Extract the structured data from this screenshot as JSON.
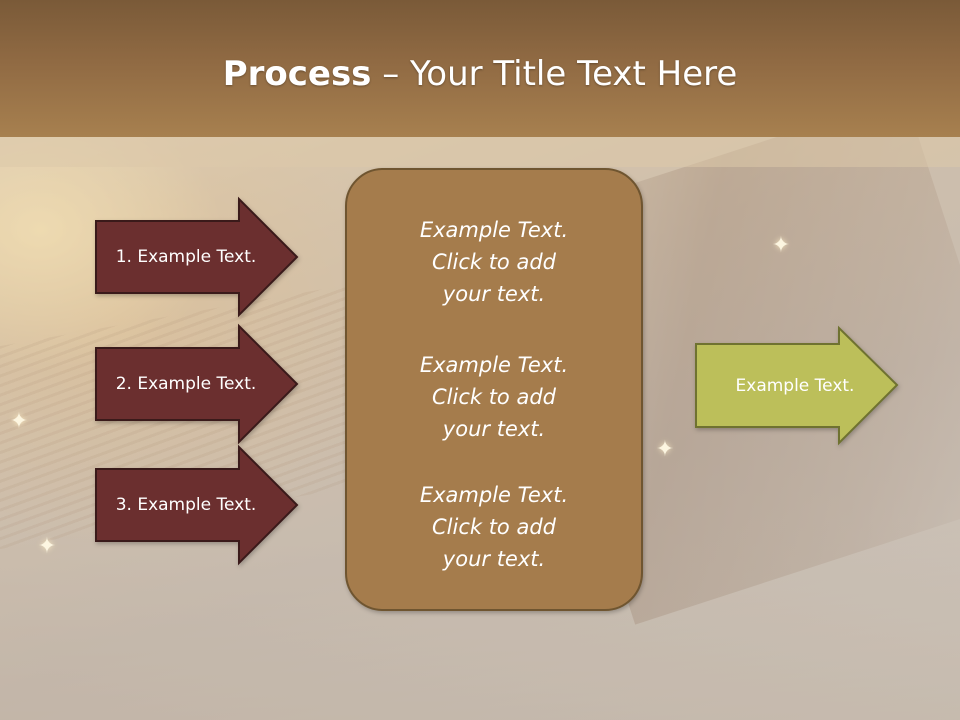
{
  "slide": {
    "title_bold": "Process",
    "title_rest": " – Your Title Text Here"
  },
  "left_arrows": [
    {
      "label": "1. Example Text."
    },
    {
      "label": "2. Example Text."
    },
    {
      "label": "3. Example Text."
    }
  ],
  "center_box": {
    "items": [
      {
        "text": "Example Text.\nClick  to add\nyour text."
      },
      {
        "text": "Example Text.\nClick  to add\nyour text."
      },
      {
        "text": "Example Text.\nClick  to add\nyour text."
      }
    ]
  },
  "right_arrow": {
    "label": "Example Text."
  },
  "colors": {
    "header": "#906a43",
    "left_arrow_fill": "#6b2f2f",
    "center_fill": "#a57c4c",
    "right_arrow_fill": "#bcbf5a"
  }
}
